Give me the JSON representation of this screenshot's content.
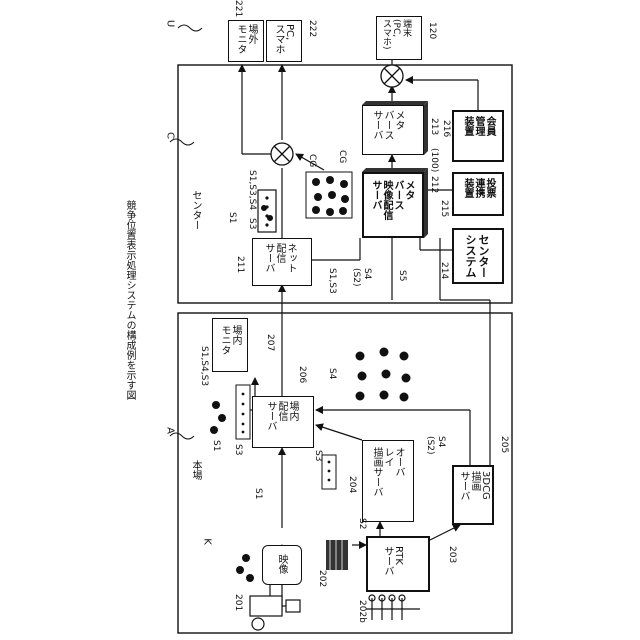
{
  "title": "競争位置表示処理システムの構成例を示す図",
  "system_label": "U",
  "center": {
    "label": "C",
    "name": "センター"
  },
  "venue": {
    "label": "A",
    "name": "本場"
  },
  "external": [
    {
      "id": "221",
      "text": "場外\nモニタ"
    },
    {
      "id": "222",
      "text": "PC,\nスマホ"
    },
    {
      "id": "120",
      "text": "端末\n(PC,\nスマホ)"
    }
  ],
  "center_nodes": {
    "meta_delivery": {
      "id": "213",
      "text": "メタ\nバース\nサーバ"
    },
    "membership": {
      "id": "216",
      "text": "会員\n管理\n装置"
    },
    "metaverse_video": {
      "id": "212",
      "id2": "(100)",
      "text": "メタ\nバース\n映像配信\nサーバ"
    },
    "voting": {
      "id": "215",
      "text": "投票\n連携\n装置"
    },
    "center_system": {
      "id": "214",
      "text": "センター\nシステム"
    },
    "net_delivery": {
      "id": "211",
      "text": "ネット\n配信\nサーバ"
    }
  },
  "venue_nodes": {
    "venue_monitor": {
      "id": "207",
      "text": "場内\nモニタ"
    },
    "venue_delivery": {
      "id": "206",
      "text": "場内\n配信\nサーバ"
    },
    "overlay": {
      "id": "204",
      "text": "オーバ\nレイ\n描画サーバ"
    },
    "cg_render": {
      "id": "205",
      "text": "3DCG\n描画\nサーバ"
    },
    "rtk": {
      "id": "203",
      "text": "RTK\nサーバ"
    },
    "video": {
      "text": "映像"
    }
  },
  "devices": {
    "camera": "201",
    "antenna": "202",
    "bikes": "202b",
    "riders": "K"
  },
  "signals": {
    "s1s3s4_top": "S1,S3,S4",
    "s1_top": "S1",
    "s3_top": "S3",
    "cg1": "CG",
    "cg2": "CG",
    "s1s3_net": "S1,S3",
    "s4s2_net": "S4\n(S2)",
    "s5": "S5",
    "s1s4s3_venue": "S1,S4,S3",
    "s4_venue": "S4",
    "s1_venue": "S1",
    "s3_venue": "S3",
    "s1_mid": "S1",
    "s3_mid": "S3",
    "s4s2_venue": "S4\n(S2)",
    "s2": "S2"
  }
}
